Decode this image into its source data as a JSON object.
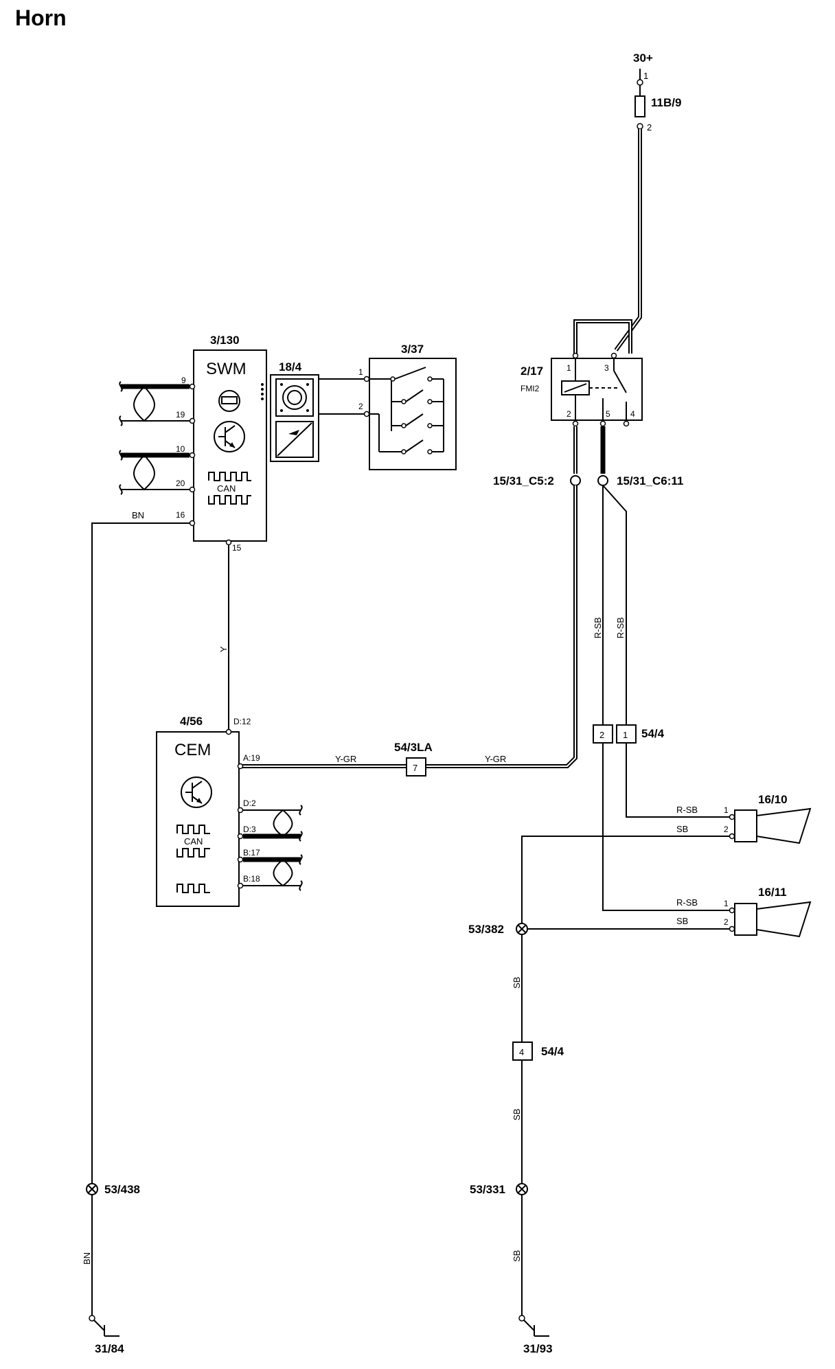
{
  "title": "Horn",
  "power": {
    "label": "30+",
    "pin1": "1",
    "pin2": "2",
    "fuse": "11B/9"
  },
  "swm": {
    "ref": "3/130",
    "name": "SWM",
    "can": "CAN",
    "pins": [
      "9",
      "19",
      "10",
      "20",
      "16",
      "15"
    ]
  },
  "horn_switch": {
    "ref": "18/4"
  },
  "switch_block": {
    "ref": "3/37",
    "pins": [
      "1",
      "2"
    ]
  },
  "relay": {
    "ref": "2/17",
    "sub": "FMI2",
    "pins": [
      "1",
      "3",
      "2",
      "5",
      "4"
    ]
  },
  "connectors": {
    "c5": "15/31_C5:2",
    "c6": "15/31_C6:11"
  },
  "cem": {
    "ref": "4/56",
    "name": "CEM",
    "can": "CAN",
    "top_pin": "D:12",
    "a_pin": "A:19",
    "pins": [
      "D:2",
      "D:3",
      "B:17",
      "B:18"
    ]
  },
  "splice_la": {
    "ref": "54/3LA",
    "num": "7"
  },
  "splice_544": {
    "ref": "54/4",
    "nums": [
      "2",
      "1"
    ]
  },
  "splice_544b": {
    "ref": "54/4",
    "num": "4"
  },
  "horns": [
    {
      "ref": "16/10",
      "pins": [
        "1",
        "2"
      ],
      "wires": [
        "R-SB",
        "SB"
      ]
    },
    {
      "ref": "16/11",
      "pins": [
        "1",
        "2"
      ],
      "wires": [
        "R-SB",
        "SB"
      ]
    }
  ],
  "wires": {
    "bn": "BN",
    "y": "Y",
    "ygr": "Y-GR",
    "rsb": "R-SB",
    "sb": "SB"
  },
  "splices": {
    "s382": "53/382",
    "s331": "53/331",
    "s438": "53/438"
  },
  "grounds": {
    "g84": "31/84",
    "g93": "31/93"
  }
}
